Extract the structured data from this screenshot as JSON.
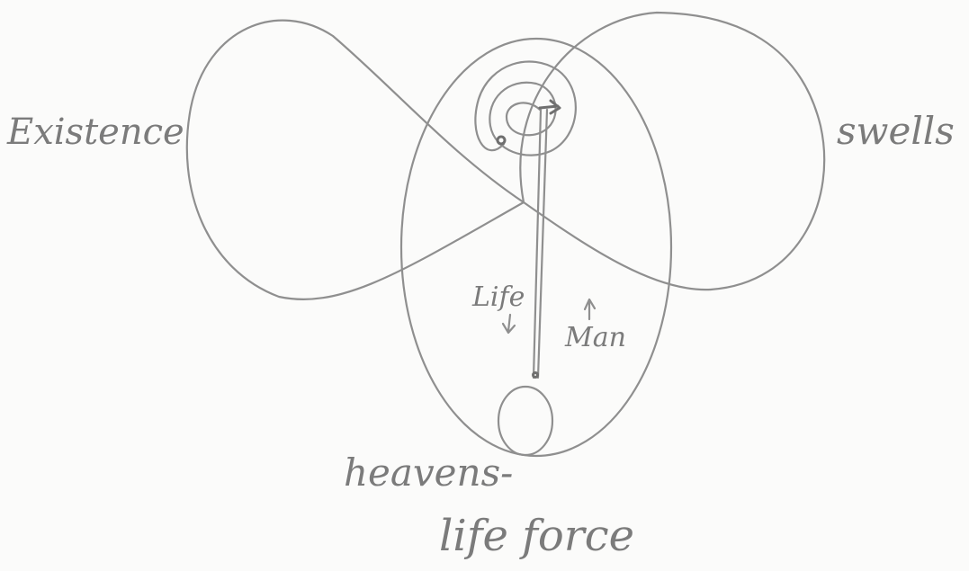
{
  "labels": {
    "existence": "Existence",
    "swells": "swells",
    "life": "Life",
    "man": "Man",
    "heavens": "heavens-",
    "life_force": "life force",
    "arrow_down": "↓",
    "arrow_up": "↑"
  },
  "colors": {
    "paper": "#fbfbfa",
    "pencil": "#8f8f8f",
    "pencil_dark": "#6f6f6f"
  }
}
